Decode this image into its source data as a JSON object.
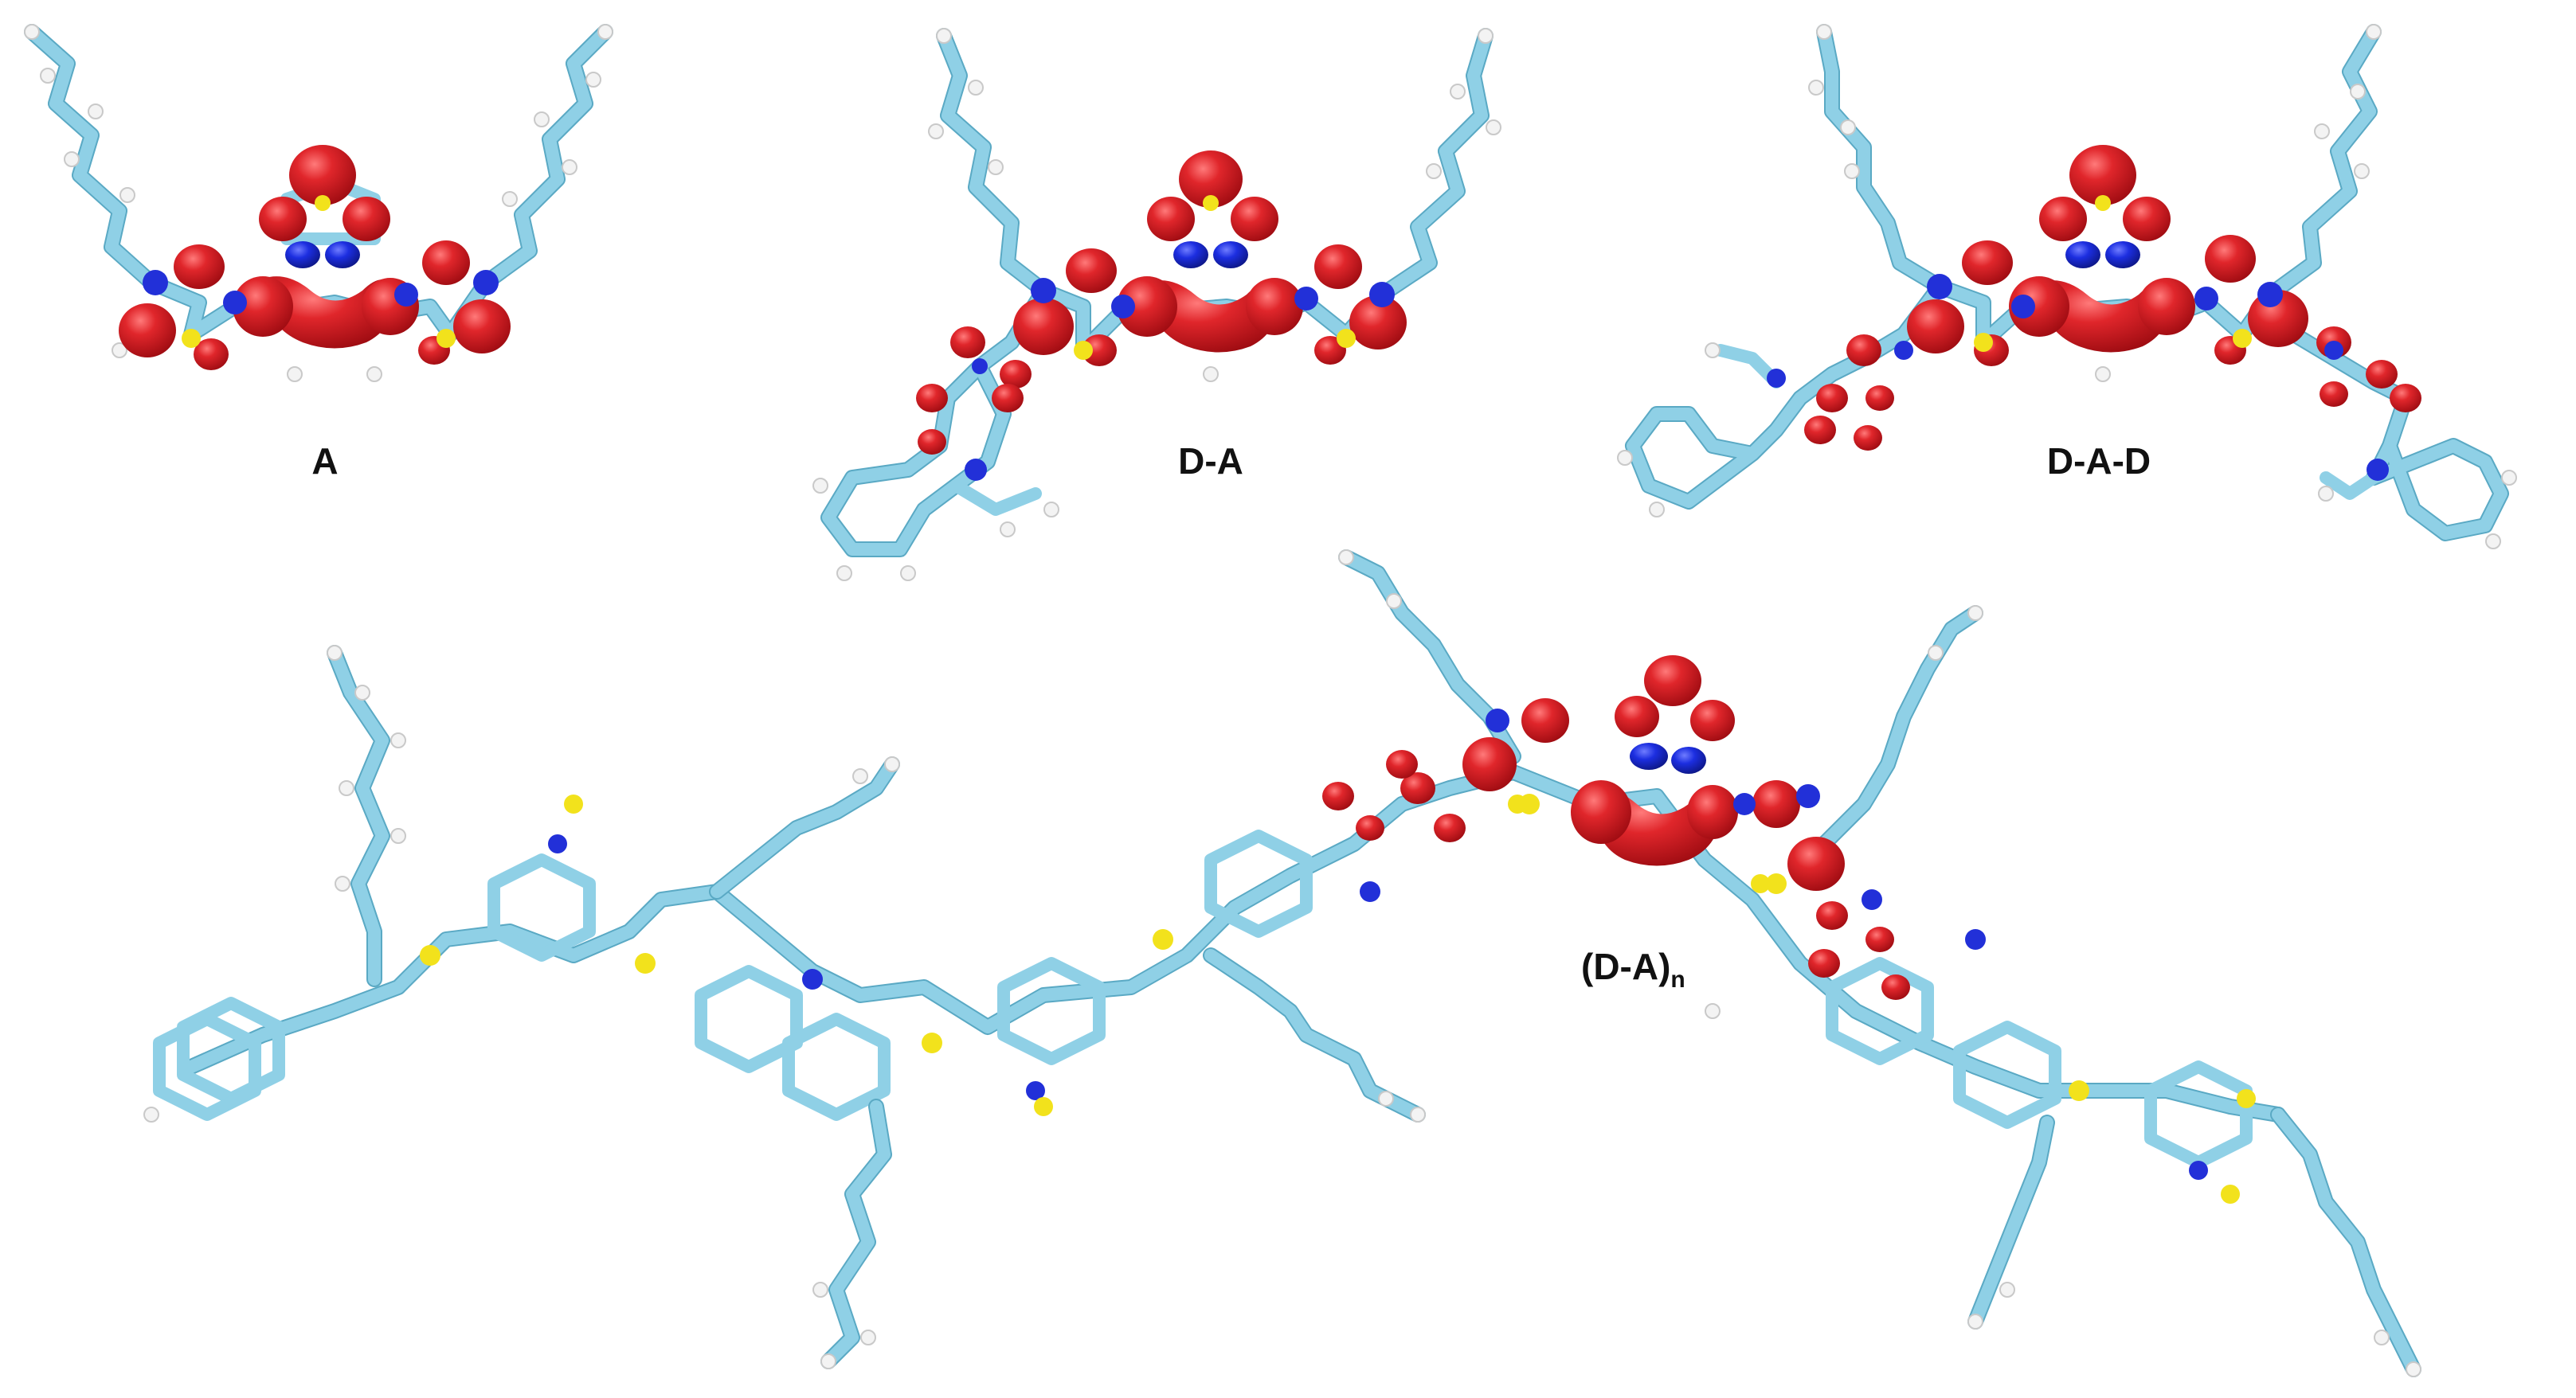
{
  "labels": {
    "a": "A",
    "da": "D-A",
    "dad": "D-A-D",
    "polymer_main": "(D-A)",
    "polymer_sub": "n"
  },
  "colors": {
    "carbon_bond": "#8fd0e6",
    "hydrogen": "#f3f3f3",
    "nitrogen": "#2230d8",
    "sulfur": "#f2e21c",
    "orbital_lobe": "#d8161e"
  }
}
